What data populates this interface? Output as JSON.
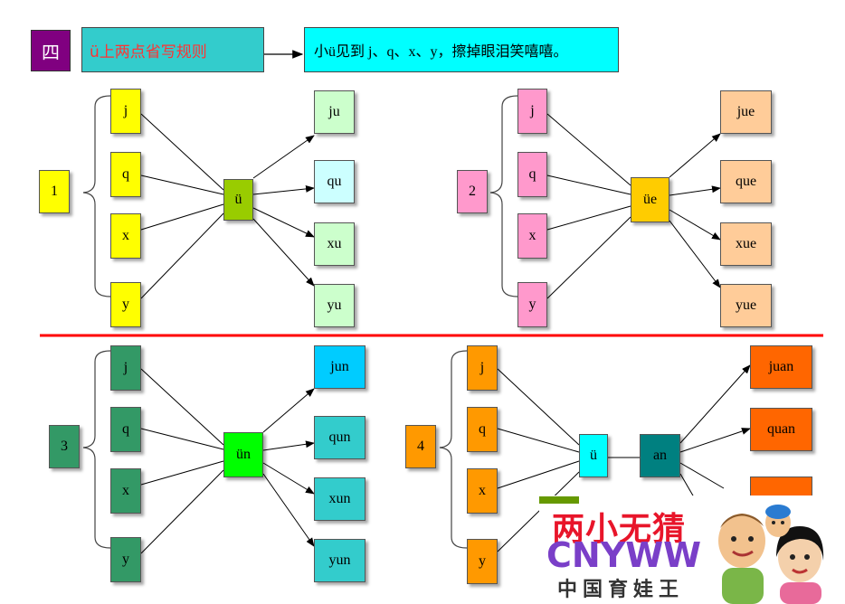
{
  "header": {
    "number": "四",
    "title": "ü上两点省写规则",
    "rule": "小ü见到 j、q、x、y，擦掉眼泪笑嘻嘻。"
  },
  "diagrams": [
    {
      "number": "1",
      "initials": [
        "j",
        "q",
        "x",
        "y"
      ],
      "center": "ü",
      "results": [
        "ju",
        "qu",
        "xu",
        "yu"
      ]
    },
    {
      "number": "2",
      "initials": [
        "j",
        "q",
        "x",
        "y"
      ],
      "center": "üe",
      "results": [
        "jue",
        "que",
        "xue",
        "yue"
      ]
    },
    {
      "number": "3",
      "initials": [
        "j",
        "q",
        "x",
        "y"
      ],
      "center": "ün",
      "results": [
        "jun",
        "qun",
        "xun",
        "yun"
      ]
    },
    {
      "number": "4",
      "initials": [
        "j",
        "q",
        "x",
        "y"
      ],
      "center": "ü",
      "center2": "an",
      "results": [
        "juan",
        "quan"
      ]
    }
  ],
  "watermark": {
    "line1": "两小无猜",
    "line2": "CNYWW",
    "line3": "中国育娃王"
  },
  "colors": {
    "d1_initial": "#ffff00",
    "d1_center": "#99cc00",
    "d1_result_a": "#ccffcc",
    "d1_result_b": "#ccffff",
    "d2_initial": "#ff99cc",
    "d2_center": "#ffcc00",
    "d2_result": "#ffcc99",
    "d3_initial": "#339966",
    "d3_center": "#00ff00",
    "d3_result_a": "#00ccff",
    "d3_result_b": "#33cccc",
    "d4_initial": "#ff9900",
    "d4_center": "#00ffff",
    "d4_center2": "#008080",
    "d4_result": "#ff6600",
    "separator": "#ff0000"
  }
}
